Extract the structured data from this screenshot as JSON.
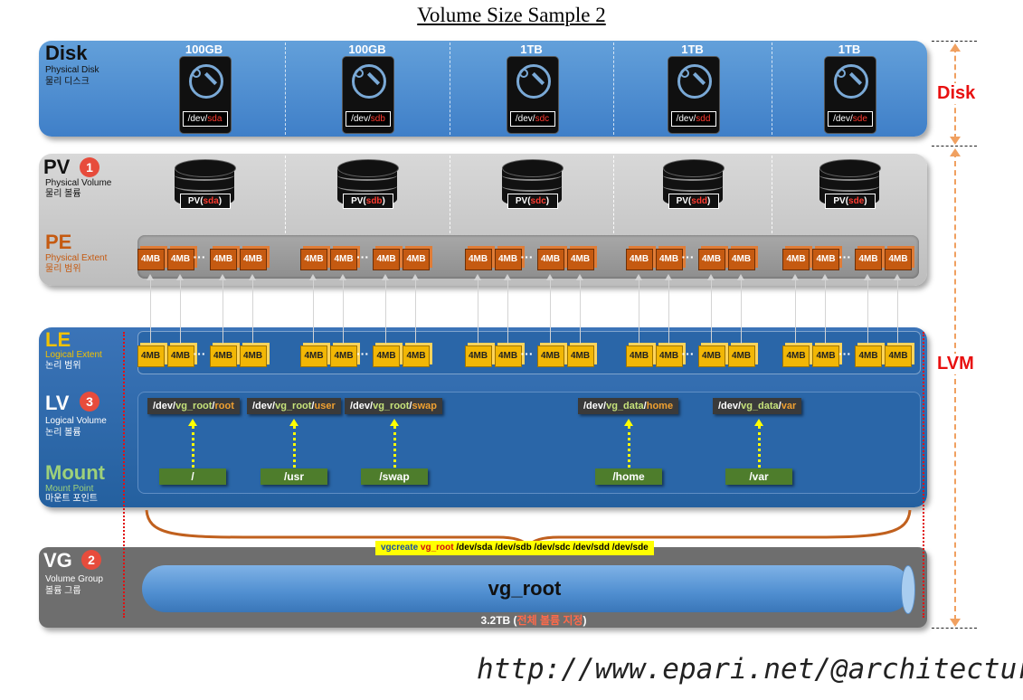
{
  "title": "Volume Size Sample 2",
  "layers": {
    "disk": {
      "name": "Disk",
      "en": "Physical Disk",
      "ko": "물리 디스크"
    },
    "pv": {
      "name": "PV",
      "badge": "1",
      "en": "Physical Volume",
      "ko": "물리 볼륨"
    },
    "pe": {
      "name": "PE",
      "en": "Physical Extent",
      "ko": "물리 범위"
    },
    "le": {
      "name": "LE",
      "en": "Logical Extent",
      "ko": "논리 범위"
    },
    "lv": {
      "name": "LV",
      "badge": "3",
      "en": "Logical Volume",
      "ko": "논리 볼륨"
    },
    "mount": {
      "name": "Mount",
      "en": "Mount Point",
      "ko": "마운트 포인트"
    },
    "vg": {
      "name": "VG",
      "badge": "2",
      "en": "Volume Group",
      "ko": "볼륨 그룹"
    }
  },
  "disks": [
    {
      "size": "100GB",
      "dev_prefix": "/dev/",
      "dev": "sda",
      "pv_prefix": "PV(",
      "pv_suffix": ")"
    },
    {
      "size": "100GB",
      "dev_prefix": "/dev/",
      "dev": "sdb",
      "pv_prefix": "PV(",
      "pv_suffix": ")"
    },
    {
      "size": "1TB",
      "dev_prefix": "/dev/",
      "dev": "sdc",
      "pv_prefix": "PV(",
      "pv_suffix": ")"
    },
    {
      "size": "1TB",
      "dev_prefix": "/dev/",
      "dev": "sdd",
      "pv_prefix": "PV(",
      "pv_suffix": ")"
    },
    {
      "size": "1TB",
      "dev_prefix": "/dev/",
      "dev": "sde",
      "pv_prefix": "PV(",
      "pv_suffix": ")"
    }
  ],
  "extent_label": "4MB",
  "dots": "···",
  "logical_volumes": [
    {
      "prefix": "/dev/",
      "vg": "vg_root",
      "sep": "/",
      "lv": "root",
      "mount": "/"
    },
    {
      "prefix": "/dev/",
      "vg": "vg_root",
      "sep": "/",
      "lv": "user",
      "mount": "/usr"
    },
    {
      "prefix": "/dev/",
      "vg": "vg_root",
      "sep": "/",
      "lv": "swap",
      "mount": "/swap"
    },
    {
      "prefix": "/dev/",
      "vg": "vg_data",
      "sep": "/",
      "lv": "home",
      "mount": "/home"
    },
    {
      "prefix": "/dev/",
      "vg": "vg_data",
      "sep": "/",
      "lv": "var",
      "mount": "/var"
    }
  ],
  "vgcreate": {
    "cmd": "vgcreate",
    "vg": "vg_root",
    "devs": [
      "/dev/sda",
      "/dev/sdb",
      "/dev/sdc",
      "/dev/sdd",
      "/dev/sde"
    ]
  },
  "vg_volume": {
    "name": "vg_root",
    "size": "3.2TB",
    "size_open": " (",
    "size_note": "전체 볼륨 지정",
    "size_close": ")"
  },
  "side_labels": {
    "disk": "Disk",
    "lvm": "LVM"
  },
  "footer_url": "http://www.epari.net/@architecture",
  "colors": {
    "disk_band": "#4f8fd4",
    "pv_band": "#c8c8c8",
    "le_band": "#2f6aae",
    "vg_band": "#6e6e6e",
    "pe_cube": "#c55a11",
    "le_cube": "#f2b705",
    "mount": "#4e7d2c",
    "accent_red": "#ff3b30"
  }
}
